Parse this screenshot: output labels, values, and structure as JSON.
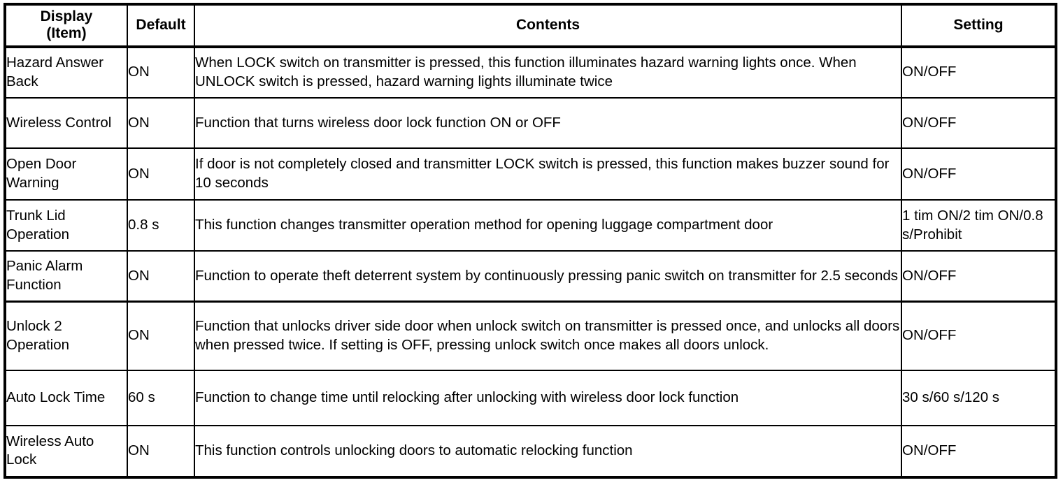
{
  "table": {
    "headers": {
      "item_line1": "Display",
      "item_line2": "(Item)",
      "default": "Default",
      "contents": "Contents",
      "setting": "Setting"
    },
    "rows": [
      {
        "item": "Hazard Answer Back",
        "default": "ON",
        "contents": "When LOCK switch on transmitter is pressed, this function illuminates hazard warning lights once. When UNLOCK switch is pressed, hazard warning lights illuminate twice",
        "setting": "ON/OFF"
      },
      {
        "item": "Wireless Control",
        "default": "ON",
        "contents": "Function that turns wireless door lock function ON or OFF",
        "setting": "ON/OFF"
      },
      {
        "item": "Open Door Warning",
        "default": "ON",
        "contents": "If door is not completely closed and transmitter LOCK switch is pressed, this function makes buzzer sound for 10 seconds",
        "setting": "ON/OFF"
      },
      {
        "item": "Trunk Lid Operation",
        "default": "0.8 s",
        "contents": "This function changes transmitter operation method for opening luggage compartment door",
        "setting": "1 tim ON/2 tim ON/0.8 s/Prohibit"
      },
      {
        "item": "Panic Alarm Function",
        "default": "ON",
        "contents": "Function to operate theft deterrent system by continuously pressing panic switch on transmitter for 2.5 seconds",
        "setting": "ON/OFF"
      },
      {
        "item": "Unlock 2 Operation",
        "default": "ON",
        "contents": "Function that unlocks driver side door when unlock switch on transmitter is pressed once, and unlocks all doors when pressed twice. If setting is OFF, pressing unlock switch once makes all doors unlock.",
        "setting": "ON/OFF"
      },
      {
        "item": "Auto Lock Time",
        "default": "60 s",
        "contents": "Function to change time until relocking after unlocking with wireless door lock function",
        "setting": "30 s/60 s/120 s"
      },
      {
        "item": "Wireless Auto Lock",
        "default": "ON",
        "contents": "This function controls unlocking doors to automatic relocking function",
        "setting": "ON/OFF"
      }
    ]
  },
  "colors": {
    "border": "#000000",
    "text": "#000000",
    "background": "#ffffff"
  }
}
